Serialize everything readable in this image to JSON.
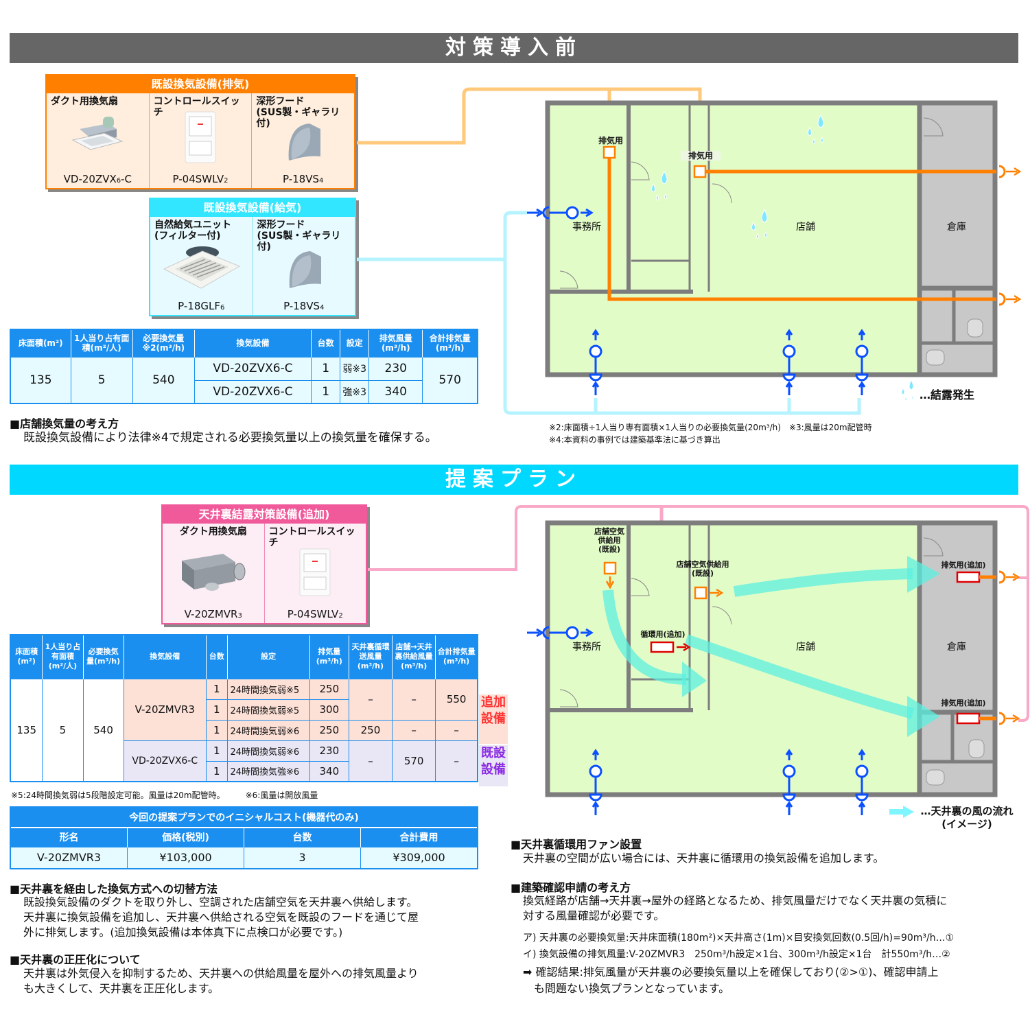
{
  "before": {
    "banner": "対策導入前",
    "exhaust_card": {
      "title": "既設換気設備(排気)",
      "items": [
        {
          "label": "ダクト用換気扇",
          "model": "VD-20ZVX",
          "sub": "6",
          "suffix": "-C"
        },
        {
          "label": "コントロールスイッチ",
          "model": "P-04SWLV",
          "sub": "2",
          "suffix": ""
        },
        {
          "label": "深形フード\n(SUS製・ギャラリ付)",
          "model": "P-18VS",
          "sub": "4",
          "suffix": ""
        }
      ]
    },
    "supply_card": {
      "title": "既設換気設備(給気)",
      "items": [
        {
          "label": "自然給気ユニット\n(フィルター付)",
          "model": "P-18GLF",
          "sub": "6",
          "suffix": ""
        },
        {
          "label": "深形フード\n(SUS製・ギャラリ付)",
          "model": "P-18VS",
          "sub": "4",
          "suffix": ""
        }
      ]
    },
    "table": {
      "headers": [
        "床面積(m²)",
        "1人当り占有面積(m²/人)",
        "必要換気量※2(m³/h)",
        "換気設備",
        "台数",
        "設定",
        "排気風量(m³/h)",
        "合計排気量(m³/h)"
      ],
      "floor_area": "135",
      "per_person": "5",
      "required": "540",
      "rows": [
        {
          "equipment": "VD-20ZVX6-C",
          "count": "1",
          "setting": "弱※3",
          "flow": "230"
        },
        {
          "equipment": "VD-20ZVX6-C",
          "count": "1",
          "setting": "強※3",
          "flow": "340"
        }
      ],
      "total": "570"
    },
    "concept": {
      "heading": "■店舗換気量の考え方",
      "text": "既設換気設備により法律※4で規定される必要換気量以上の換気量を確保する。"
    },
    "notes": [
      "※2:床面積÷1人当り専有面積×1人当りの必要換気量(20m³/h)　※3:風量は20m配管時",
      "※4:本資料の事例では建築基準法に基づき算出"
    ],
    "plan": {
      "rooms": {
        "office": "事務所",
        "store": "店舗",
        "storage": "倉庫"
      },
      "exhaust_label": "排気用",
      "legend": "…結露発生"
    }
  },
  "proposal": {
    "banner": "提案プラン",
    "card": {
      "title": "天井裏結露対策設備(追加)",
      "items": [
        {
          "label": "ダクト用換気扇",
          "model": "V-20ZMVR",
          "sub": "3",
          "suffix": ""
        },
        {
          "label": "コントロールスイッチ",
          "model": "P-04SWLV",
          "sub": "2",
          "suffix": ""
        }
      ]
    },
    "table": {
      "headers": [
        "床面積(m²)",
        "1人当り占有面積(m²/人)",
        "必要換気量(m³/h)",
        "換気設備",
        "台数",
        "設定",
        "排気量(m³/h)",
        "天井裏循環送風量(m³/h)",
        "店舗→天井裏供給風量(m³/h)",
        "合計排気量(m³/h)"
      ],
      "floor_area": "135",
      "per_person": "5",
      "required": "540",
      "groups": [
        {
          "equipment": "V-20ZMVR3",
          "rows": [
            {
              "count": "1",
              "setting": "24時間換気弱※5",
              "flow": "250"
            },
            {
              "count": "1",
              "setting": "24時間換気弱※5",
              "flow": "300"
            },
            {
              "count": "1",
              "setting": "24時間換気弱※6",
              "flow": "250",
              "circ": "250",
              "supply": "–",
              "total": "–"
            }
          ],
          "circ": "–",
          "supply": "–",
          "total": "550",
          "tag": "追加設備"
        },
        {
          "equipment": "VD-20ZVX6-C",
          "rows": [
            {
              "count": "1",
              "setting": "24時間換気弱※6",
              "flow": "230"
            },
            {
              "count": "1",
              "setting": "24時間換気強※6",
              "flow": "340"
            }
          ],
          "circ": "–",
          "supply": "570",
          "total": "–",
          "tag": "既設設備"
        }
      ]
    },
    "notes": "※5:24時間換気弱は5段階設定可能。風量は20m配管時。　　　※6:風量は開放風量",
    "cost": {
      "title": "今回の提案プランでのイニシャルコスト(機器代のみ)",
      "headers": [
        "形名",
        "価格(税別)",
        "台数",
        "合計費用"
      ],
      "model": "V-20ZMVR3",
      "price": "¥103,000",
      "count": "3",
      "total": "¥309,000"
    },
    "sections_left": [
      {
        "heading": "■天井裏を経由した換気方式への切替方法",
        "text": "既設換気設備のダクトを取り外し、空調された店舗空気を天井裏へ供給します。\n天井裏に換気設備を追加し、天井裏へ供給される空気を既設のフードを通じて屋\n外に排気します。(追加換気設備は本体真下に点検口が必要です。)"
      },
      {
        "heading": "■天井裏の正圧化について",
        "text": "天井裏は外気侵入を抑制するため、天井裏への供給風量を屋外への排気風量より\nも大きくして、天井裏を正圧化します。"
      }
    ],
    "sections_right": [
      {
        "heading": "■天井裏循環用ファン設置",
        "text": "天井裏の空間が広い場合には、天井裏に循環用の換気設備を追加します。"
      },
      {
        "heading": "■建築確認申請の考え方",
        "text": "換気経路が店舗→天井裏→屋外の経路となるため、排気風量だけでなく天井裏の気積に\n対する風量確認が必要です。"
      }
    ],
    "calc": [
      "ア) 天井裏の必要換気量:天井床面積(180m²)×天井高さ(1m)×目安換気回数(0.5回/h)=90m³/h…①",
      "イ) 換気設備の排気風量:V-20ZMVR3　250m³/h設定×1台、300m³/h設定×1台　計550m³/h…②",
      "➡ 確認結果:排気風量が天井裏の必要換気量以上を確保しており(②>①)、確認申請上",
      "　も問題ない換気プランとなっています。"
    ],
    "plan": {
      "rooms": {
        "office": "事務所",
        "store": "店舗",
        "storage": "倉庫"
      },
      "supply_existing_1": "店舗空気\n供給用\n(既設)",
      "supply_existing_2": "店舗空気供給用\n(既設)",
      "circulation": "循環用(追加)",
      "exhaust_added": "排気用(追加)",
      "legend": "…天井裏の風の流れ\n(イメージ)"
    }
  },
  "colors": {
    "orange": "#ff8000",
    "orange_light": "#ffc87a",
    "cyan": "#33e6ff",
    "banner_gray": "#666666",
    "banner_cyan": "#00d8ff",
    "pink": "#f05a9b",
    "table_blue": "#1a8ff0",
    "floor_green": "#e2fcc8",
    "wall_gray": "#7d7d7d",
    "storage_gray": "#c8c8c8",
    "supply_blue": "#0a50ff",
    "airflow_teal": "#7ff5e6",
    "red": "#e00000",
    "tag_red": "#ff3333",
    "tag_purple": "#8a2be2"
  }
}
